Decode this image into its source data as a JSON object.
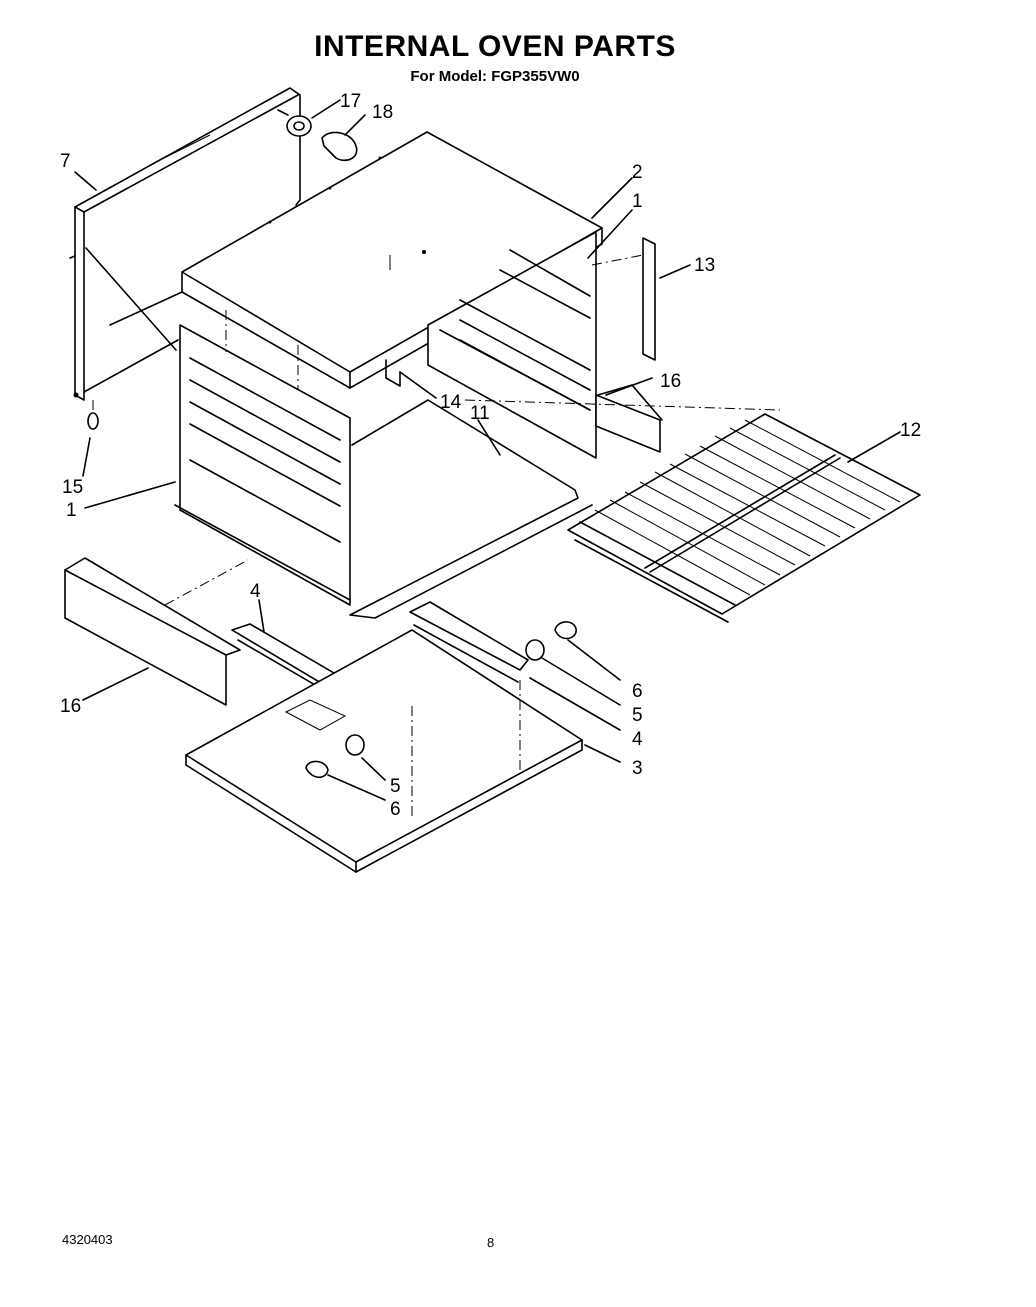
{
  "header": {
    "title": "INTERNAL OVEN PARTS",
    "subtitle": "For Model: FGP355VW0"
  },
  "footer": {
    "doc_number": "4320403",
    "page_number": "8"
  },
  "callouts": {
    "c17": "17",
    "c18": "18",
    "c7": "7",
    "c2": "2",
    "c1_top": "1",
    "c13": "13",
    "c16_right": "16",
    "c14": "14",
    "c11": "11",
    "c12": "12",
    "c15": "15",
    "c1_left": "1",
    "c4_left": "4",
    "c16_left": "16",
    "c6_right": "6",
    "c5_right": "5",
    "c4_right": "4",
    "c3": "3",
    "c5_lower": "5",
    "c6_lower": "6"
  }
}
